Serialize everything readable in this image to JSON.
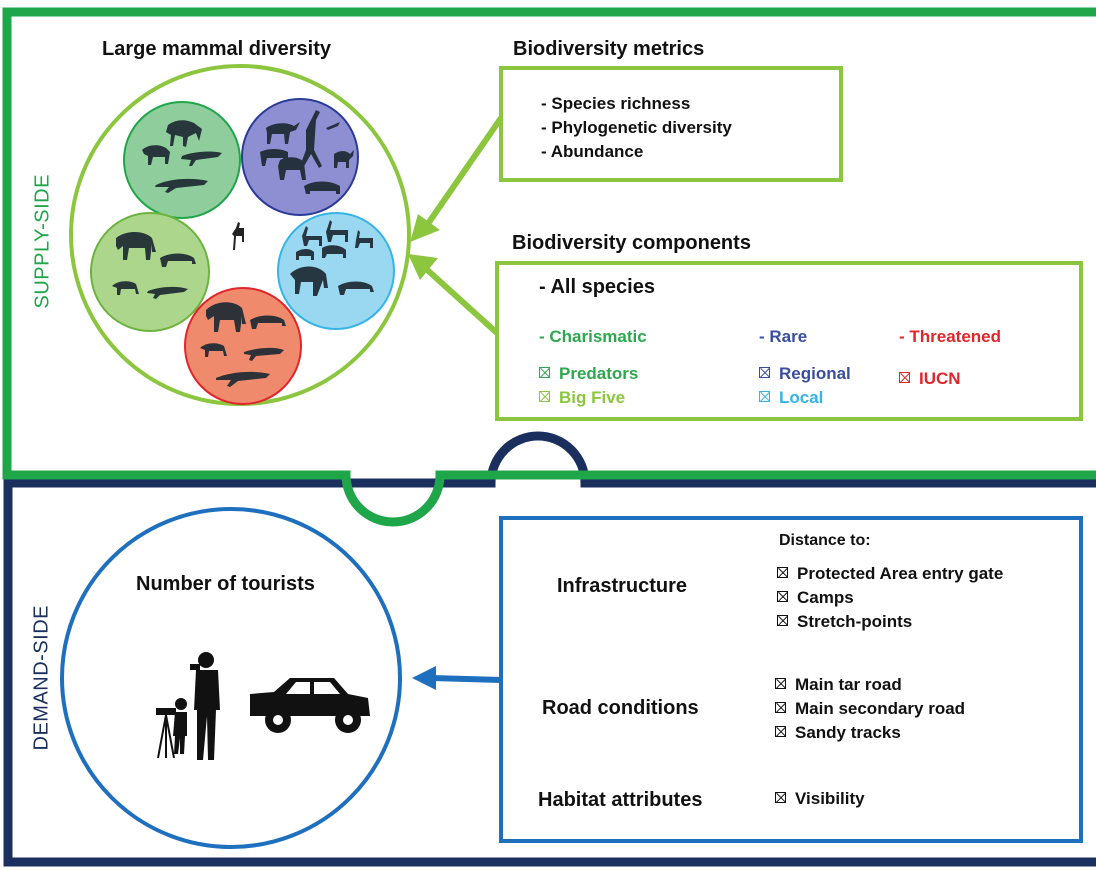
{
  "supply": {
    "side_label": "SUPPLY-SIDE",
    "mammal_title": "Large mammal diversity",
    "metrics_title": "Biodiversity metrics",
    "metrics": [
      "- Species richness",
      "- Phylogenetic diversity",
      "- Abundance"
    ],
    "components_title": "Biodiversity components",
    "all_species": "- All species",
    "charismatic": "- Charismatic",
    "rare": "- Rare",
    "threatened": "- Threatened",
    "predators": "Predators",
    "big_five": "Big Five",
    "regional": "Regional",
    "local": "Local",
    "iucn": "IUCN"
  },
  "demand": {
    "side_label": "DEMAND-SIDE",
    "tourists_title": "Number of tourists",
    "distance_to": "Distance to:",
    "infrastructure": "Infrastructure",
    "infrastructure_items": [
      "Protected Area entry gate",
      "Camps",
      "Stretch-points"
    ],
    "road_conditions": "Road conditions",
    "road_items": [
      "Main tar road",
      "Main secondary road",
      "Sandy tracks"
    ],
    "habitat": "Habitat attributes",
    "habitat_items": [
      "Visibility"
    ]
  },
  "colors": {
    "supply_border": "#1fa64a",
    "demand_border": "#1b2f5e",
    "light_green": "#8cc63f",
    "blue": "#1f6fbf",
    "charismatic_green": "#2ea84f",
    "big_five_green": "#8cc63f",
    "rare_blue": "#3a4ea0",
    "local_cyan": "#35b4e5",
    "threatened_red": "#e0262b"
  },
  "icons": [
    "predator-group-icon",
    "herbivore-group-icon",
    "antelope-group-icon",
    "big-five-group-icon",
    "threatened-group-icon",
    "gazelle-icon",
    "tourist-photographer-icon",
    "safari-vehicle-icon"
  ]
}
